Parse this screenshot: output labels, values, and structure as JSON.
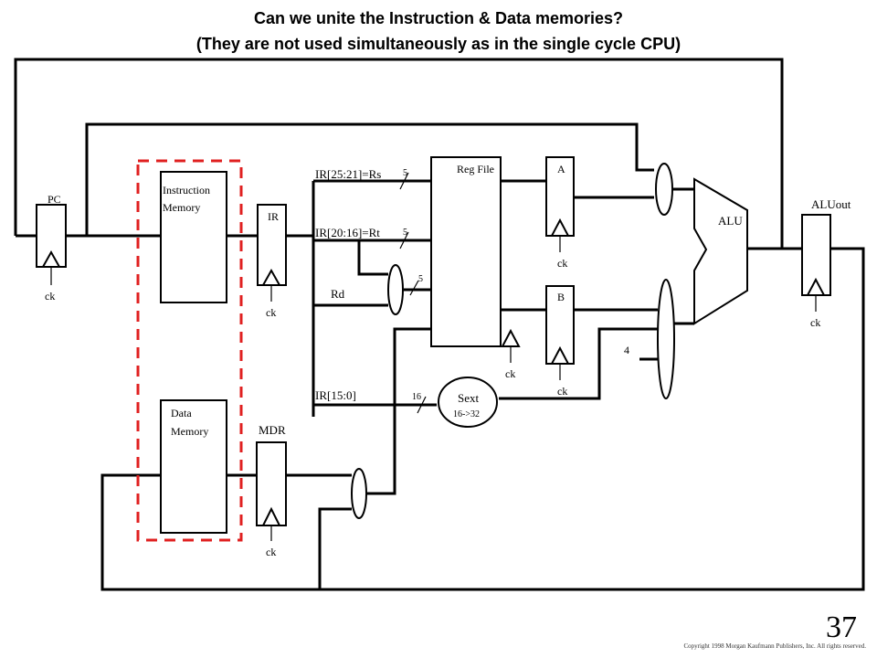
{
  "slide": {
    "title_line1": "Can we unite the Instruction & Data memories?",
    "title_line2": "(They are not used simultaneously as in the single cycle CPU)",
    "number": "37",
    "copyright": "Copyright 1998 Morgan Kaufmann Publishers, Inc. All rights reserved."
  },
  "diagram": {
    "highlight_color": "#e02020",
    "blocks": {
      "pc": "PC",
      "instruction_memory_line1": "Instruction",
      "instruction_memory_line2": "Memory",
      "data_memory_line1": "Data",
      "data_memory_line2": "Memory",
      "ir": "IR",
      "mdr": "MDR",
      "reg_file": "Reg File",
      "a": "A",
      "b": "B",
      "alu": "ALU",
      "aluout": "ALUout",
      "sext": "Sext",
      "sext_sub": "16->32"
    },
    "signals": {
      "rs": "IR[25:21]=Rs",
      "rt": "IR[20:16]=Rt",
      "rd": "Rd",
      "imm": "IR[15:0]",
      "bits_rs": "5",
      "bits_rt": "5",
      "bits_rd": "5",
      "bits_imm": "16",
      "const_four": "4",
      "clock": "ck"
    }
  }
}
